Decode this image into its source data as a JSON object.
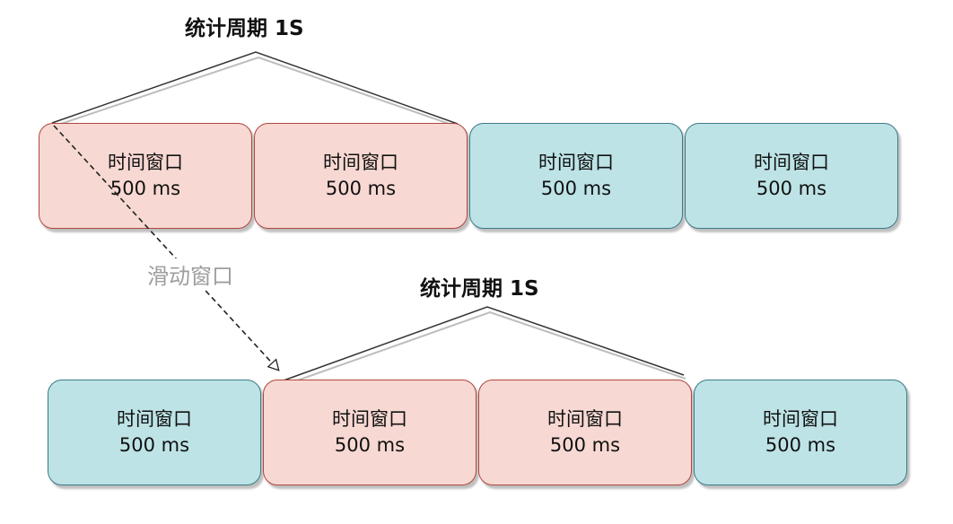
{
  "top": {
    "title": "统计周期 1S",
    "windows": [
      {
        "name": "时间窗口",
        "duration": "500 ms",
        "color": "red"
      },
      {
        "name": "时间窗口",
        "duration": "500 ms",
        "color": "red"
      },
      {
        "name": "时间窗口",
        "duration": "500 ms",
        "color": "teal"
      },
      {
        "name": "时间窗口",
        "duration": "500 ms",
        "color": "teal"
      }
    ]
  },
  "bottom": {
    "title": "统计周期 1S",
    "windows": [
      {
        "name": "时间窗口",
        "duration": "500 ms",
        "color": "teal"
      },
      {
        "name": "时间窗口",
        "duration": "500 ms",
        "color": "red"
      },
      {
        "name": "时间窗口",
        "duration": "500 ms",
        "color": "red"
      },
      {
        "name": "时间窗口",
        "duration": "500 ms",
        "color": "teal"
      }
    ]
  },
  "arrow_label": "滑动窗口",
  "colors": {
    "red_fill": "#f7d8d2",
    "red_border": "#b0463c",
    "teal_fill": "#bde3e6",
    "teal_border": "#3a7a86"
  }
}
